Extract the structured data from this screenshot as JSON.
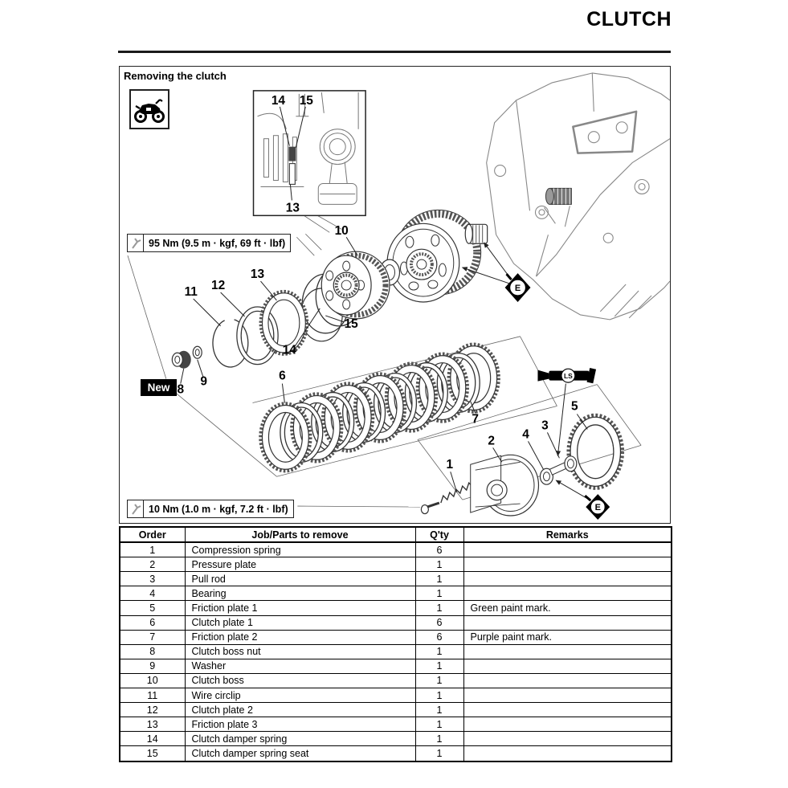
{
  "page": {
    "title": "CLUTCH"
  },
  "figure": {
    "title": "Removing the clutch",
    "motorcycle_icon": "motorcycle",
    "torque_specs": [
      {
        "icon": "wrench-icon",
        "value": "95 Nm (9.5 m · kgf, 69 ft · lbf)"
      },
      {
        "icon": "wrench-icon",
        "value": "10 Nm (1.0 m · kgf, 7.2 ft · lbf)"
      }
    ],
    "new_mark": "New",
    "symbols": {
      "engine_oil": "E",
      "lithium_soap_grease": "LS"
    },
    "callouts": {
      "n1": "1",
      "n2": "2",
      "n3": "3",
      "n4": "4",
      "n5": "5",
      "n6": "6",
      "n7": "7",
      "n8": "8",
      "n9": "9",
      "n10": "10",
      "n11": "11",
      "n12": "12",
      "n13": "13",
      "n14": "14",
      "n15": "15"
    }
  },
  "table": {
    "headers": {
      "order": "Order",
      "job": "Job/Parts to remove",
      "qty": "Q'ty",
      "remarks": "Remarks"
    },
    "rows": [
      {
        "order": "1",
        "job": "Compression spring",
        "qty": "6",
        "remarks": ""
      },
      {
        "order": "2",
        "job": "Pressure plate",
        "qty": "1",
        "remarks": ""
      },
      {
        "order": "3",
        "job": "Pull rod",
        "qty": "1",
        "remarks": ""
      },
      {
        "order": "4",
        "job": "Bearing",
        "qty": "1",
        "remarks": ""
      },
      {
        "order": "5",
        "job": "Friction plate 1",
        "qty": "1",
        "remarks": "Green paint mark."
      },
      {
        "order": "6",
        "job": "Clutch plate 1",
        "qty": "6",
        "remarks": ""
      },
      {
        "order": "7",
        "job": "Friction plate 2",
        "qty": "6",
        "remarks": "Purple paint mark."
      },
      {
        "order": "8",
        "job": "Clutch boss nut",
        "qty": "1",
        "remarks": ""
      },
      {
        "order": "9",
        "job": "Washer",
        "qty": "1",
        "remarks": ""
      },
      {
        "order": "10",
        "job": "Clutch boss",
        "qty": "1",
        "remarks": ""
      },
      {
        "order": "11",
        "job": "Wire circlip",
        "qty": "1",
        "remarks": ""
      },
      {
        "order": "12",
        "job": "Clutch plate 2",
        "qty": "1",
        "remarks": ""
      },
      {
        "order": "13",
        "job": "Friction plate 3",
        "qty": "1",
        "remarks": ""
      },
      {
        "order": "14",
        "job": "Clutch damper spring",
        "qty": "1",
        "remarks": ""
      },
      {
        "order": "15",
        "job": "Clutch damper spring seat",
        "qty": "1",
        "remarks": ""
      }
    ]
  }
}
